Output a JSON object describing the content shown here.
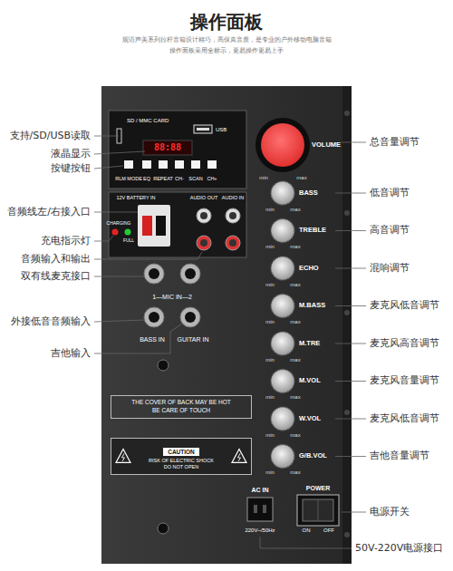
{
  "diagram": {
    "title": "操作面板",
    "nodes": [
      {
        "text": [
          "THE COVER OF BACK MAY BE HOT",
          "BE CARE OF TOUCH"
        ]
      },
      {
        "text": [
          "CAUTION",
          "RISK OF ELECTRIC SHOCK",
          "DO NOT OPEN"
        ]
      }
    ],
    "labels": [
      "观语声美系列拉杆音箱设计精巧，高保真音质，是专业的户外移动电脑音箱",
      "操作面板采用全标示，更易操作更易上手",
      "支持/SD/USB读取",
      "液晶显示",
      "按键按钮",
      "音频线左/右接入口",
      "充电指示灯",
      "音频输入和输出",
      "双有线麦克接口",
      "外接低音音频输入",
      "吉他输入",
      "总音量调节",
      "低音调节",
      "高音调节",
      "混响调节",
      "麦克风低音调节",
      "麦克风高音调节",
      "麦克风音量调节",
      "麦克风低音调节",
      "吉他音量调节",
      "电源开关",
      "50V-220V电源接口",
      "SD / MMC CARD",
      "USB",
      "88:88",
      "RLM MODE",
      "EQ",
      "REPEAT",
      "CH-",
      "SCAN",
      "CH+",
      "12V BATTERY IN",
      "AUDIO OUT",
      "AUDIO IN",
      "CHARGING",
      "FULL",
      "1—MIC IN—2",
      "BASS IN",
      "GUITAR IN",
      "VOLUME",
      "min",
      "max",
      "BASS",
      "min",
      "max",
      "TREBLE",
      "min",
      "max",
      "ECHO",
      "min",
      "max",
      "M.BASS",
      "min",
      "max",
      "M.TRE",
      "min",
      "max",
      "M.VOL",
      "min",
      "max",
      "W.VOL",
      "min",
      "max",
      "G/B.VOL",
      "min",
      "max",
      "AC IN",
      "220V~/50Hz",
      "POWER",
      "ON",
      "OFF"
    ]
  }
}
